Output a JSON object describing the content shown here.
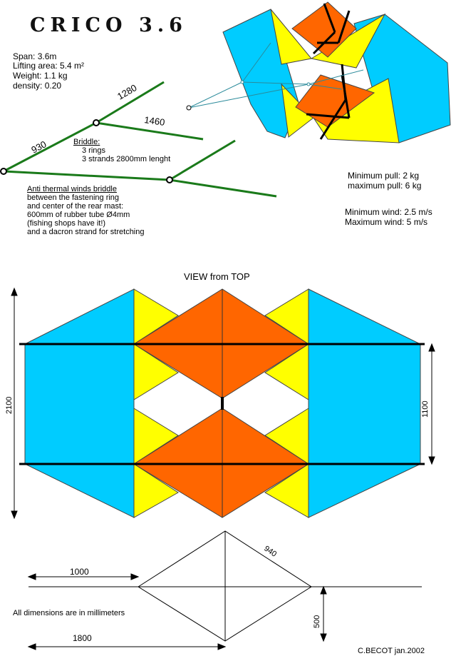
{
  "title": "CRICO 3.6",
  "specs": [
    "Span:   3.6m",
    "Lifting area: 5.4 m²",
    "Weight:  1.1 kg",
    "density: 0.20"
  ],
  "bridle": {
    "dims": {
      "leg_a": "1280",
      "leg_b": "1460",
      "leg_c": "930"
    },
    "heading": "Briddle:",
    "lines": [
      "3 rings",
      "3 strands 2800mm lenght"
    ]
  },
  "thermal": {
    "heading": "Anti thermal winds briddle",
    "lines": [
      "between the fastening ring",
      "and center of the rear mast:",
      "600mm of rubber tube Ø4mm",
      "(fishing shops have it!)",
      "and a dacron strand for stretching"
    ]
  },
  "pull": [
    "Minimum pull:  2 kg",
    "maximum pull: 6 kg"
  ],
  "wind": [
    "Minimum wind:  2.5 m/s",
    "Maximum wind:  5 m/s"
  ],
  "top_view": {
    "caption": "VIEW from TOP",
    "dim_height": "2100",
    "dim_spacing": "1100"
  },
  "diamond": {
    "dim_offset": "1000",
    "dim_length": "1800",
    "dim_edge": "940",
    "dim_half_height": "500"
  },
  "note": "All dimensions are in millimeters",
  "credit": "C.BECOT  jan.2002",
  "colors": {
    "cyan": "#00ccff",
    "yellow": "#ffff00",
    "orange": "#ff6600",
    "spar": "#000000",
    "bridle_line": "#1a7a1a",
    "tether": "#2a8a9a"
  }
}
